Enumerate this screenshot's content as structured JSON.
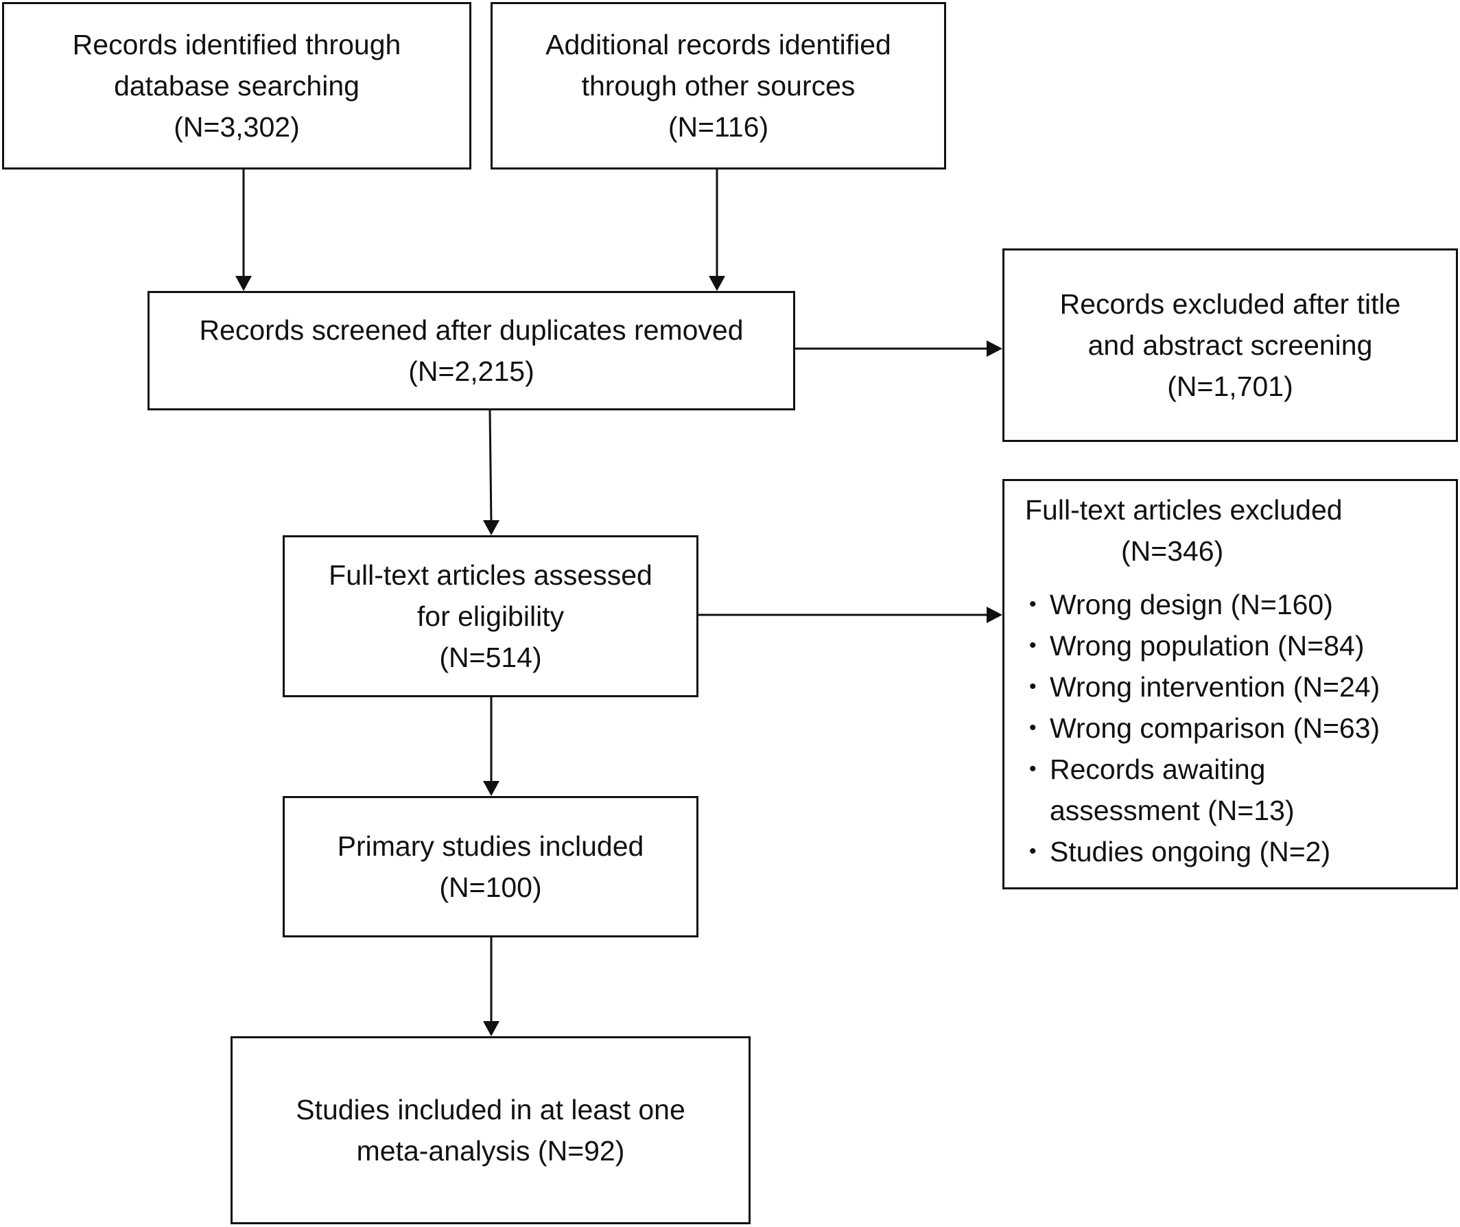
{
  "boxes": {
    "database": {
      "lines": [
        "Records identified through",
        "database searching",
        "(N=3,302)"
      ]
    },
    "other_sources": {
      "lines": [
        "Additional records identified",
        "through other sources",
        "(N=116)"
      ]
    },
    "screened": {
      "lines": [
        "Records screened after duplicates removed",
        "(N=2,215)"
      ]
    },
    "excluded_title_abstract": {
      "lines": [
        "Records excluded after title",
        "and abstract screening",
        "(N=1,701)"
      ]
    },
    "full_text_assessed": {
      "lines": [
        "Full-text articles assessed",
        "for eligibility",
        "(N=514)"
      ]
    },
    "full_text_excluded": {
      "title": "Full-text articles excluded",
      "count": "(N=346)",
      "bullet_glyph": "•",
      "reasons": [
        "Wrong design (N=160)",
        "Wrong population (N=84)",
        "Wrong intervention (N=24)",
        "Wrong comparison (N=63)",
        "Records awaiting assessment (N=13)",
        "Studies ongoing (N=2)"
      ]
    },
    "primary_included": {
      "lines": [
        "Primary studies included",
        "(N=100)"
      ]
    },
    "meta_analysis": {
      "lines": [
        "Studies included in at least one",
        "meta-analysis (N=92)"
      ]
    }
  },
  "colors": {
    "stroke": "#111111",
    "background": "#ffffff",
    "text": "#111111"
  }
}
